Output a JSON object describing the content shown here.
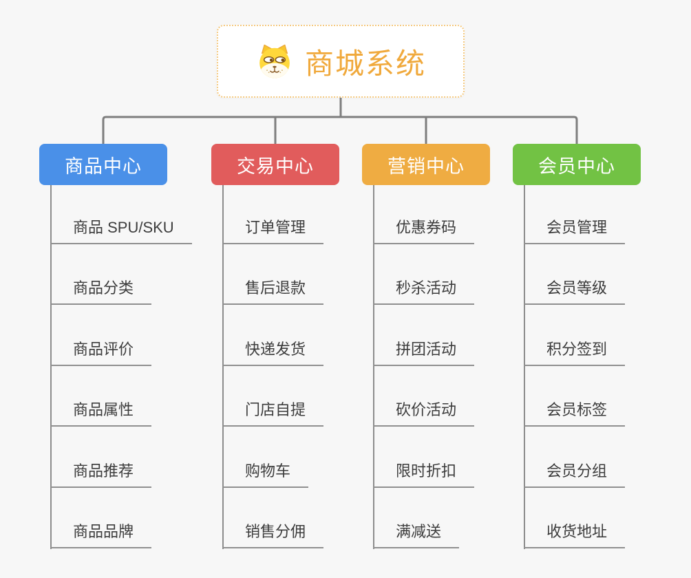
{
  "root": {
    "title": "商城系统",
    "icon": "dog-face-icon",
    "title_color": "#f0a93c",
    "border_color": "#f5c97f"
  },
  "branches": [
    {
      "label": "商品中心",
      "color": "#4a90e8",
      "children": [
        "商品 SPU/SKU",
        "商品分类",
        "商品评价",
        "商品属性",
        "商品推荐",
        "商品品牌"
      ]
    },
    {
      "label": "交易中心",
      "color": "#e15c5c",
      "children": [
        "订单管理",
        "售后退款",
        "快递发货",
        "门店自提",
        "购物车",
        "销售分佣"
      ]
    },
    {
      "label": "营销中心",
      "color": "#efac42",
      "children": [
        "优惠券码",
        "秒杀活动",
        "拼团活动",
        "砍价活动",
        "限时折扣",
        "满减送"
      ]
    },
    {
      "label": "会员中心",
      "color": "#72c244",
      "children": [
        "会员管理",
        "会员等级",
        "积分签到",
        "会员标签",
        "会员分组",
        "收货地址"
      ]
    }
  ]
}
